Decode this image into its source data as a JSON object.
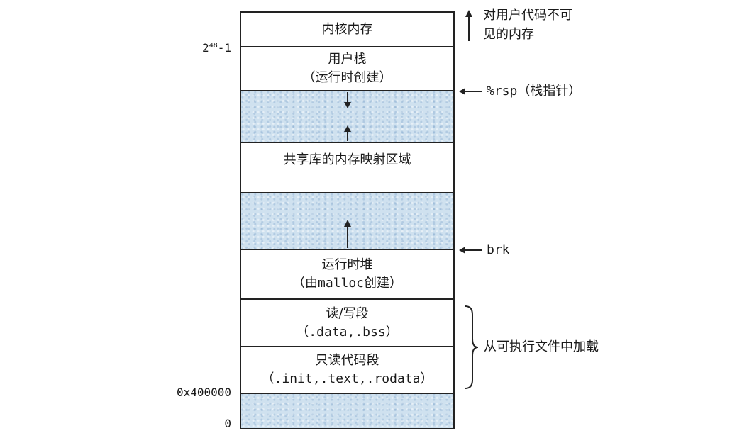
{
  "regions": {
    "kernel": "内核内存",
    "user_stack_title": "用户栈",
    "user_stack_sub": "（运行时创建）",
    "shared_libs": "共享库的内存映射区域",
    "heap_title": "运行时堆",
    "heap_sub_prefix": "（由",
    "heap_sub_code": "malloc",
    "heap_sub_suffix": "创建）",
    "rw_title": "读/写段",
    "rw_sub": "（.data,.bss）",
    "ro_title": "只读代码段",
    "ro_sub": "（.init,.text,.rodata）"
  },
  "addresses": {
    "top_base": "2",
    "top_exp": "48",
    "top_suffix": "-1",
    "text_start": "0x400000",
    "zero": "0"
  },
  "annotations": {
    "kernel_note_line1": "对用户代码不可",
    "kernel_note_line2": "见的内存",
    "rsp_code": "%rsp",
    "rsp_note": "（栈指针）",
    "brk": "brk",
    "loaded_from_file": "从可执行文件中加载"
  },
  "colors": {
    "free_space": "#cfe1ef",
    "line": "#222222"
  }
}
